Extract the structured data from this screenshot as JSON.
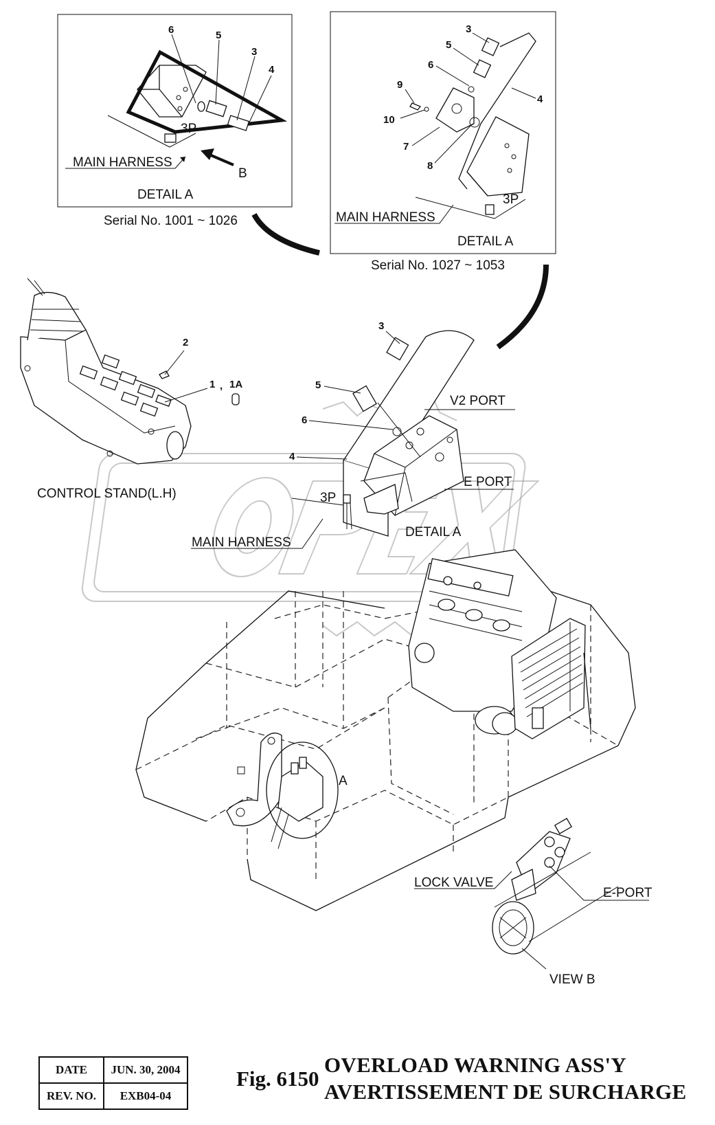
{
  "detail_boxes": [
    {
      "caption": "DETAIL  A",
      "harness_label": "MAIN HARNESS",
      "connector_label": "3P",
      "serial": "Serial No. 1001 ~ 1026",
      "callouts": [
        "6",
        "5",
        "3",
        "4"
      ],
      "arrow_label": "B"
    },
    {
      "caption": "DETAIL  A",
      "harness_label": "MAIN HARNESS",
      "connector_label": "3P",
      "serial": "Serial No. 1027 ~ 1053",
      "callouts": [
        "3",
        "5",
        "6",
        "9",
        "10",
        "7",
        "8",
        "4"
      ]
    }
  ],
  "control_stand": {
    "label": "CONTROL STAND(L.H)",
    "callouts": [
      "2",
      "1",
      ",",
      "1A"
    ]
  },
  "center_detail": {
    "callouts": [
      "3",
      "5",
      "6",
      "4"
    ],
    "v2_port": "V2 PORT",
    "e_port": "E PORT",
    "connector_label": "3P",
    "harness_label": "MAIN HARNESS",
    "caption": "DETAIL  A"
  },
  "machine": {
    "detail_marker": "A"
  },
  "view_b": {
    "lock_valve": "LOCK VALVE",
    "e_port": "E-PORT",
    "caption": "VIEW  B"
  },
  "footer": {
    "date_key": "DATE",
    "date_value": "JUN. 30, 2004",
    "rev_key": "REV. NO.",
    "rev_value": "EXB04-04",
    "fig": "Fig. 6150",
    "title_en": "OVERLOAD WARNING ASS'Y",
    "title_fr": "AVERTISSEMENT DE SURCHARGE"
  },
  "watermark": "OPEX"
}
